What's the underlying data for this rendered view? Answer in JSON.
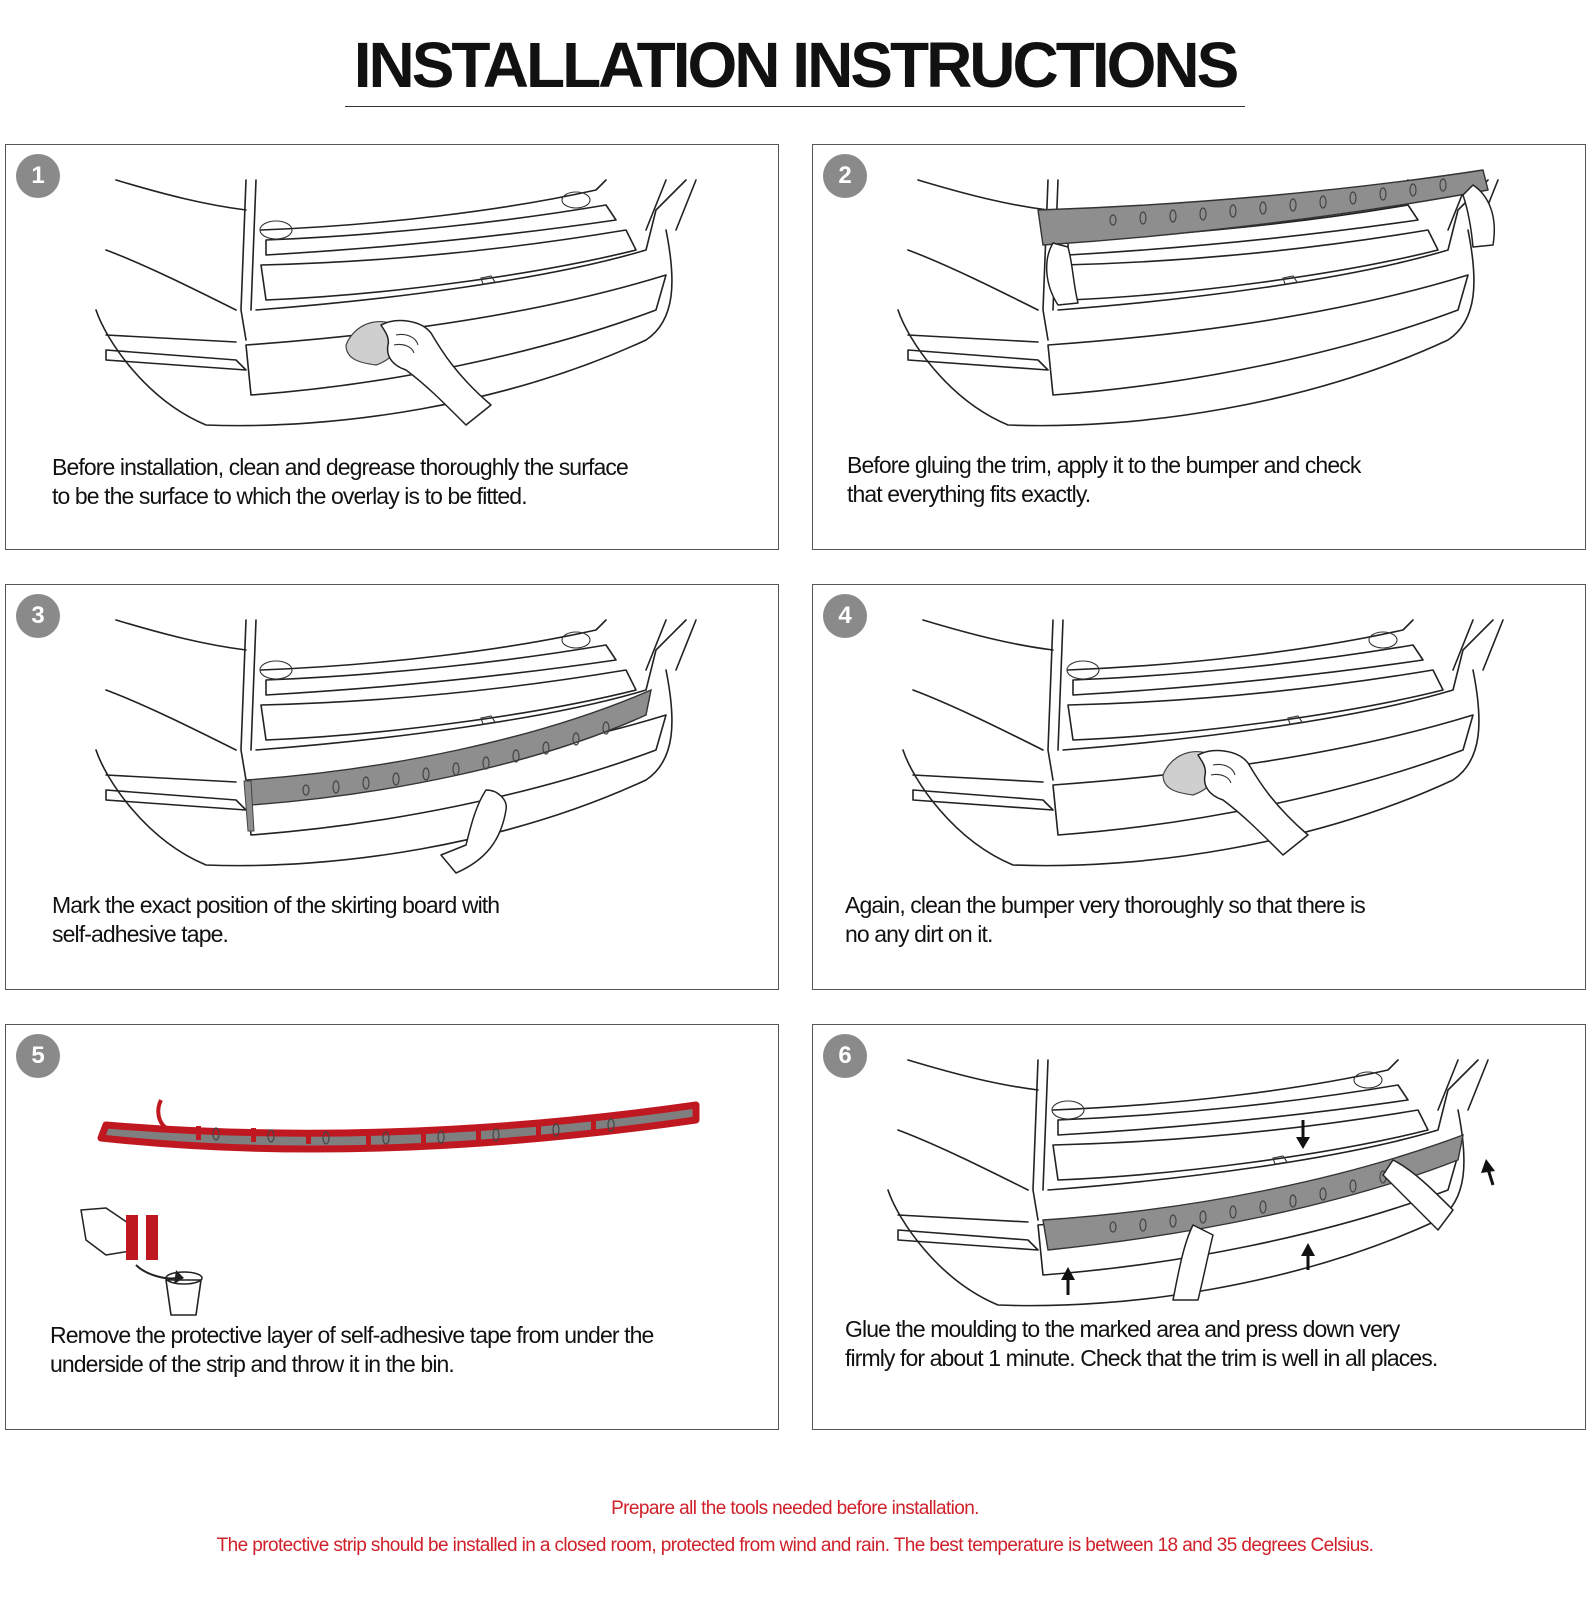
{
  "title": "INSTALLATION INSTRUCTIONS",
  "steps": [
    {
      "number": "1",
      "lines": [
        "Before installation, clean and degrease thoroughly the surface",
        "to be  the surface to which the overlay is to be fitted."
      ]
    },
    {
      "number": "2",
      "lines": [
        "Before gluing the trim, apply it to the bumper and check",
        "that everything fits exactly."
      ]
    },
    {
      "number": "3",
      "lines": [
        "Mark the exact position of the skirting board with",
        "self-adhesive tape."
      ]
    },
    {
      "number": "4",
      "lines": [
        "Again, clean the bumper very thoroughly so that there is",
        "no any dirt on it."
      ]
    },
    {
      "number": "5",
      "lines": [
        "Remove the protective layer of self-adhesive tape from under the",
        "underside of the strip and throw it in the bin."
      ]
    },
    {
      "number": "6",
      "lines": [
        "Glue the moulding to the marked area and press down very",
        "firmly for about 1 minute. Check that the trim is well in all places."
      ]
    }
  ],
  "notes": [
    "Prepare all the tools needed before installation.",
    "The protective strip should be installed in a closed room, protected from wind and rain. The best temperature is between 18 and 35 degrees Celsius."
  ],
  "colors": {
    "accent_red": "#d0202a",
    "badge_gray": "#8a8a8a",
    "trim_gray": "#8e8e8e"
  }
}
